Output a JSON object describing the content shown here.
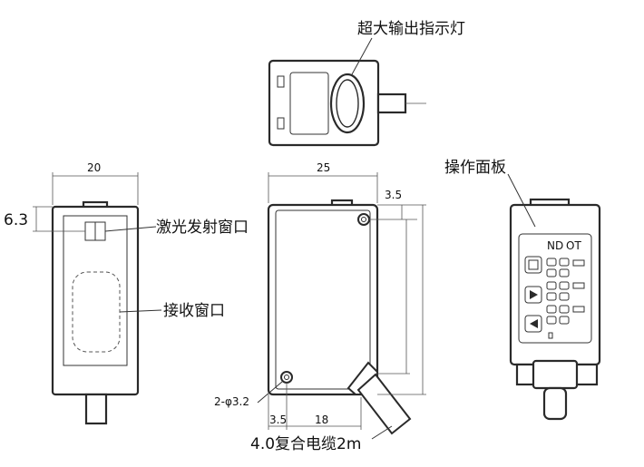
{
  "labels": {
    "indicator": "超大输出指示灯",
    "emitter": "激光发射窗口",
    "receiver": "接收窗口",
    "panel": "操作面板",
    "cable": "4.0复合电缆2m"
  },
  "dimensions": {
    "front_width": "20",
    "front_offset": "6.3",
    "side_width": "25",
    "side_top": "3.5",
    "hole_spec": "2-φ3.2",
    "hole_x": "3.5",
    "hole_pitch": "18"
  }
}
